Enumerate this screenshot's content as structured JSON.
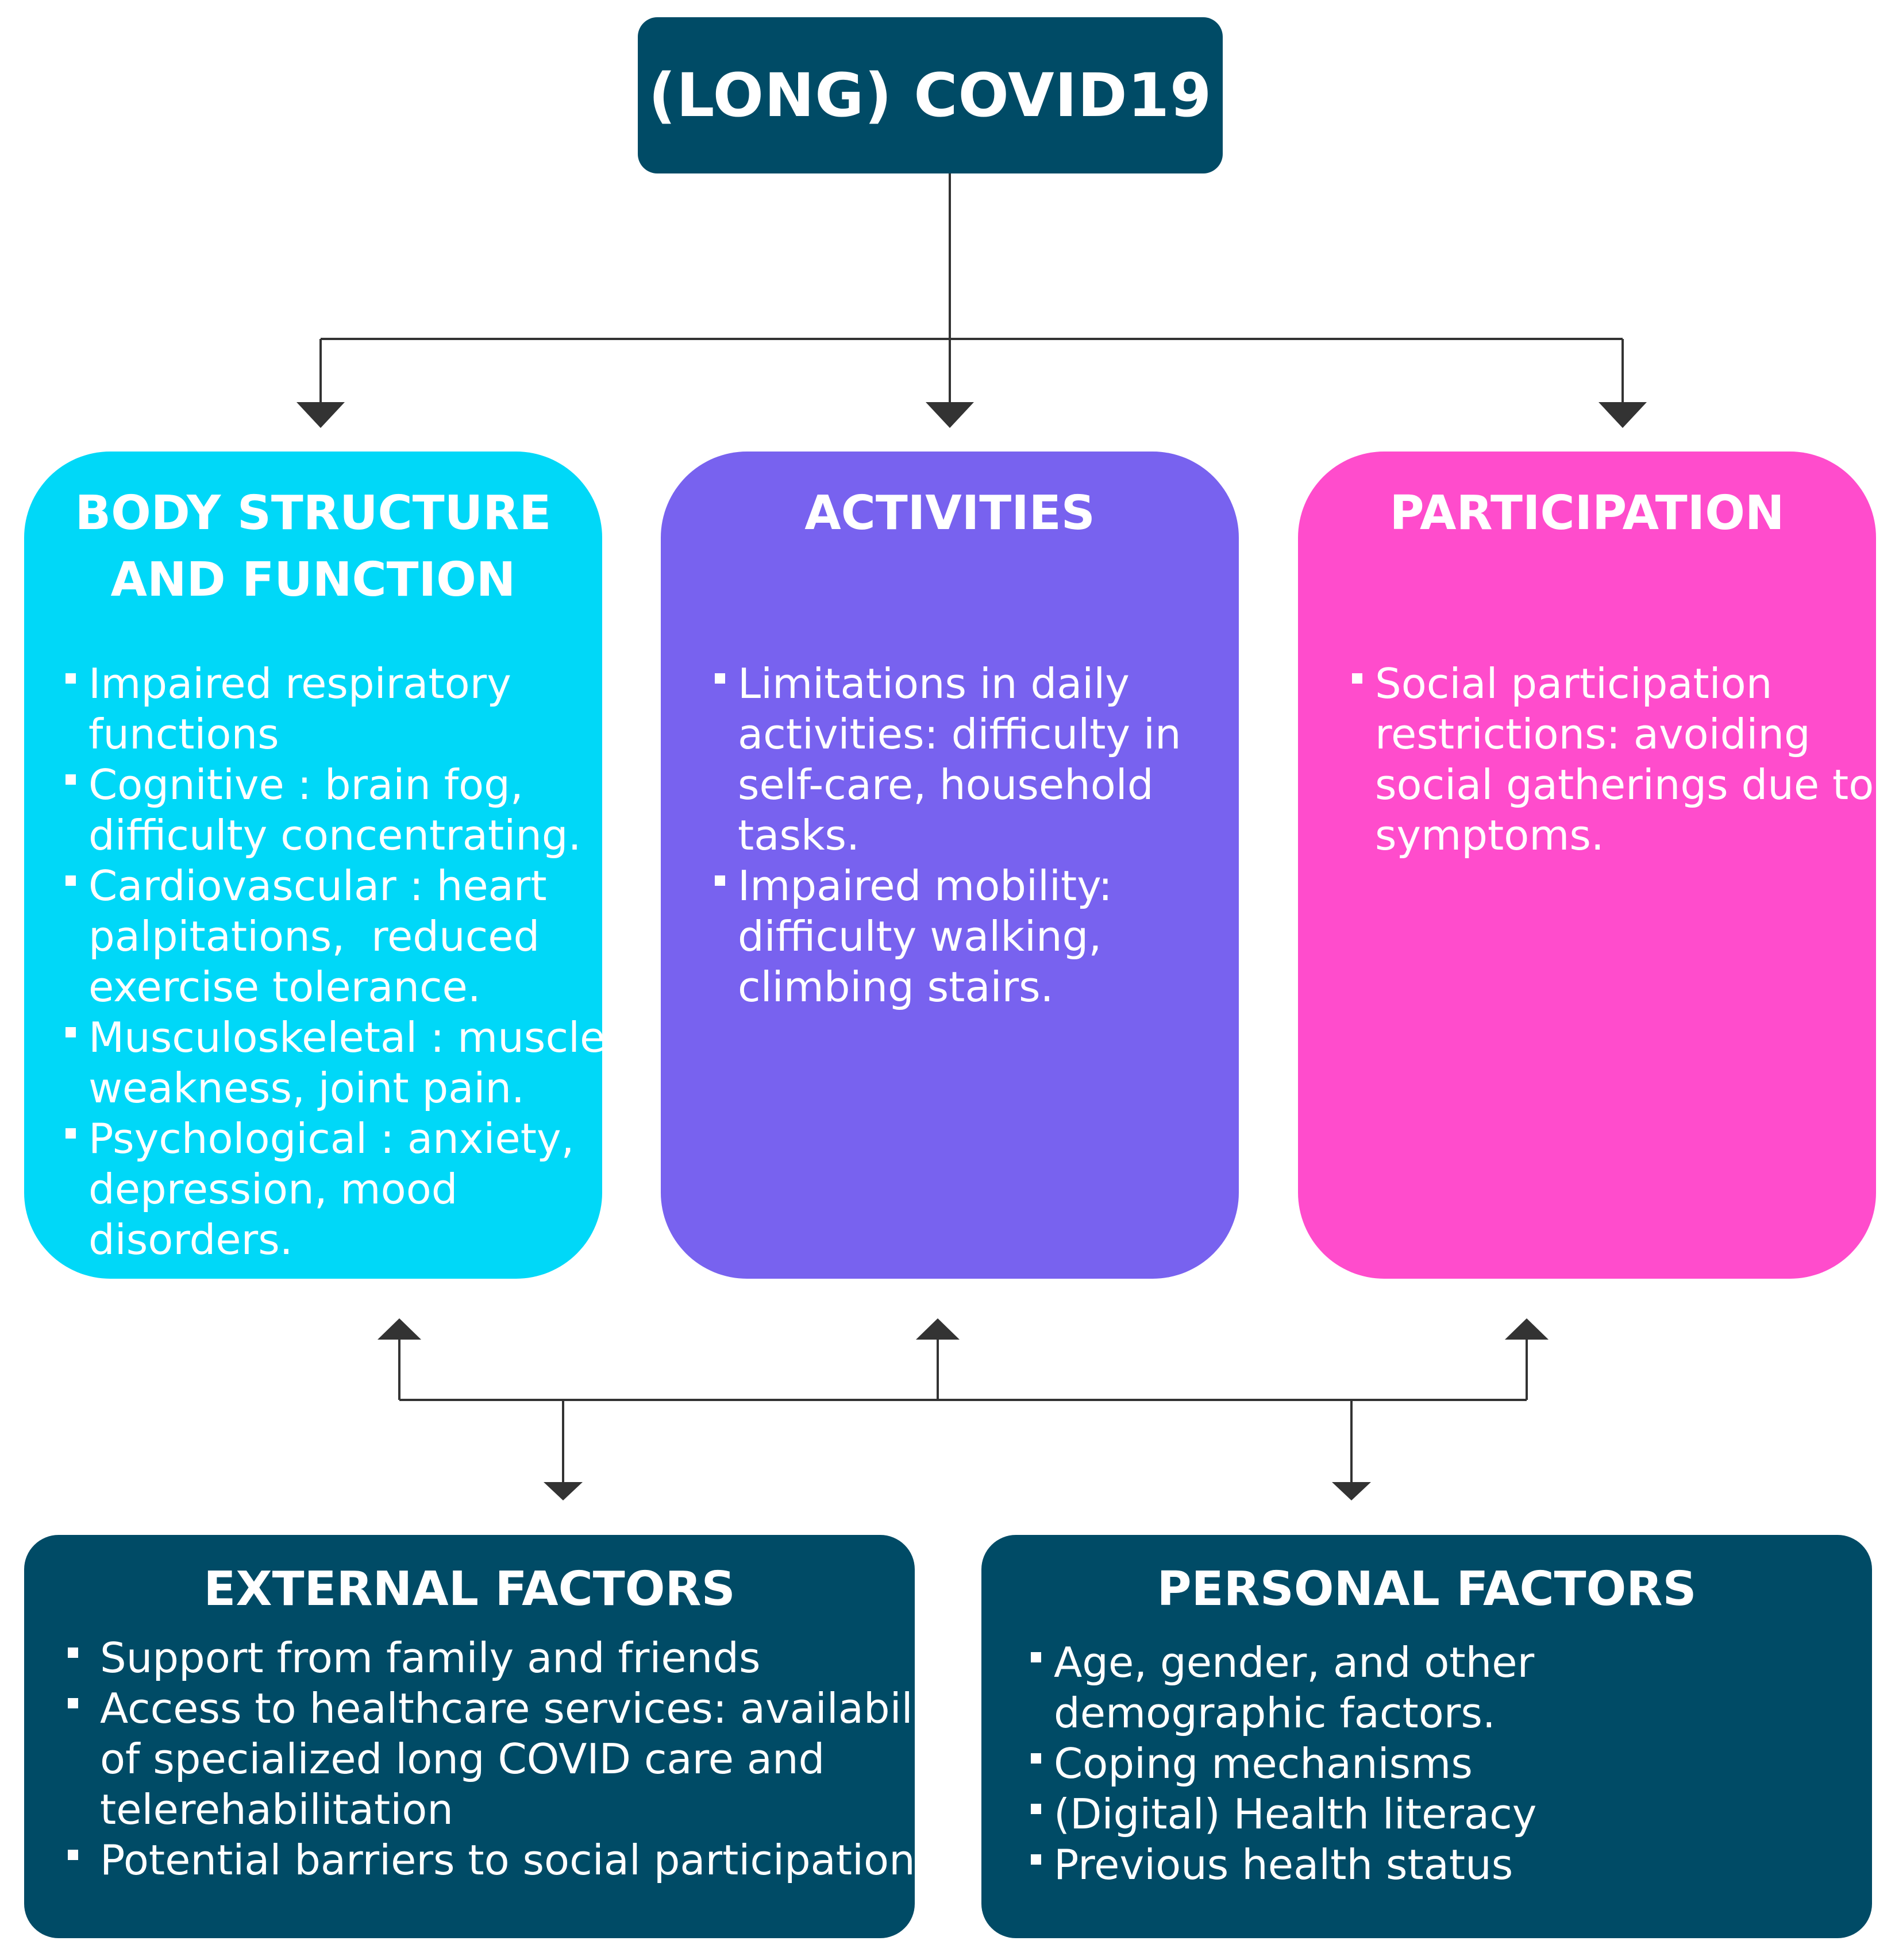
{
  "top": {
    "title": "(LONG) COVID19"
  },
  "domains": {
    "body": {
      "title_line1": "BODY STRUCTURE",
      "title_line2": "AND FUNCTION",
      "bullets": [
        {
          "line1": "Impaired respiratory",
          "line2": "functions"
        },
        {
          "line1": "Cognitive : brain fog,",
          "line2": "difficulty concentrating."
        },
        {
          "line1": "Cardiovascular : heart",
          "line2": "palpitations,  reduced",
          "line3": "exercise tolerance."
        },
        {
          "line1": "Musculoskeletal : muscle",
          "line2": "weakness, joint pain."
        },
        {
          "line1": "Psychological : anxiety,",
          "line2": "depression, mood",
          "line3": "disorders."
        }
      ]
    },
    "activities": {
      "title": "ACTIVITIES",
      "bullets": [
        {
          "line1": "Limitations in daily",
          "line2": "activities: difficulty in",
          "line3": "self-care, household",
          "line4": "tasks."
        },
        {
          "line1": "Impaired mobility:",
          "line2": "difficulty walking,",
          "line3": "climbing stairs."
        }
      ]
    },
    "participation": {
      "title": "PARTICIPATION",
      "bullets": [
        {
          "line1": "Social participation",
          "line2": "restrictions: avoiding",
          "line3": "social gatherings due to",
          "line4": "symptoms."
        }
      ]
    }
  },
  "factors": {
    "external": {
      "title": "EXTERNAL FACTORS",
      "bullets": [
        {
          "line1": "Support from family and friends"
        },
        {
          "line1": "Access to healthcare services: availability",
          "line2": "of specialized long COVID care and",
          "line3": "telerehabilitation"
        },
        {
          "line1": "Potential barriers to social participation."
        }
      ]
    },
    "personal": {
      "title": "PERSONAL FACTORS",
      "bullets": [
        {
          "line1": "Age, gender, and other",
          "line2": "demographic factors."
        },
        {
          "line1": "Coping mechanisms"
        },
        {
          "line1": "(Digital) Health literacy"
        },
        {
          "line1": "Previous health status"
        }
      ]
    }
  },
  "colors": {
    "dark_teal": "#004b66",
    "cyan": "#00d8f8",
    "purple": "#7862ef",
    "pink": "#ff4ccc",
    "connector": "#333333"
  }
}
